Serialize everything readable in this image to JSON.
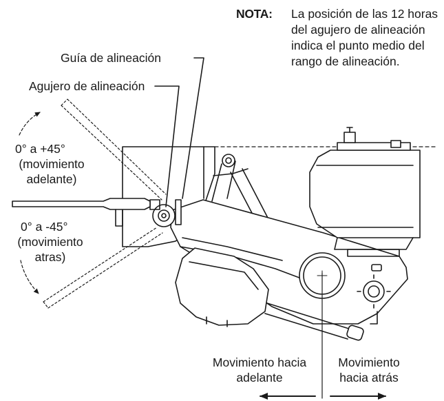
{
  "note": {
    "label": "NOTA:",
    "text": "La posición de las 12 horas del agujero de alineación indica el punto medio del rango de alineación."
  },
  "labels": {
    "guide": "Guía de alineación",
    "hole": "Agujero de alineación",
    "forward_range": "0° a +45°",
    "forward_desc": "(movimiento adelante)",
    "back_range": "0° a -45°",
    "back_desc": "(movimiento atras)",
    "forward_move": "Movimiento hacia adelante",
    "back_move": "Movimiento hacia atrás"
  },
  "colors": {
    "ink": "#1a1a1a",
    "background": "#ffffff"
  }
}
